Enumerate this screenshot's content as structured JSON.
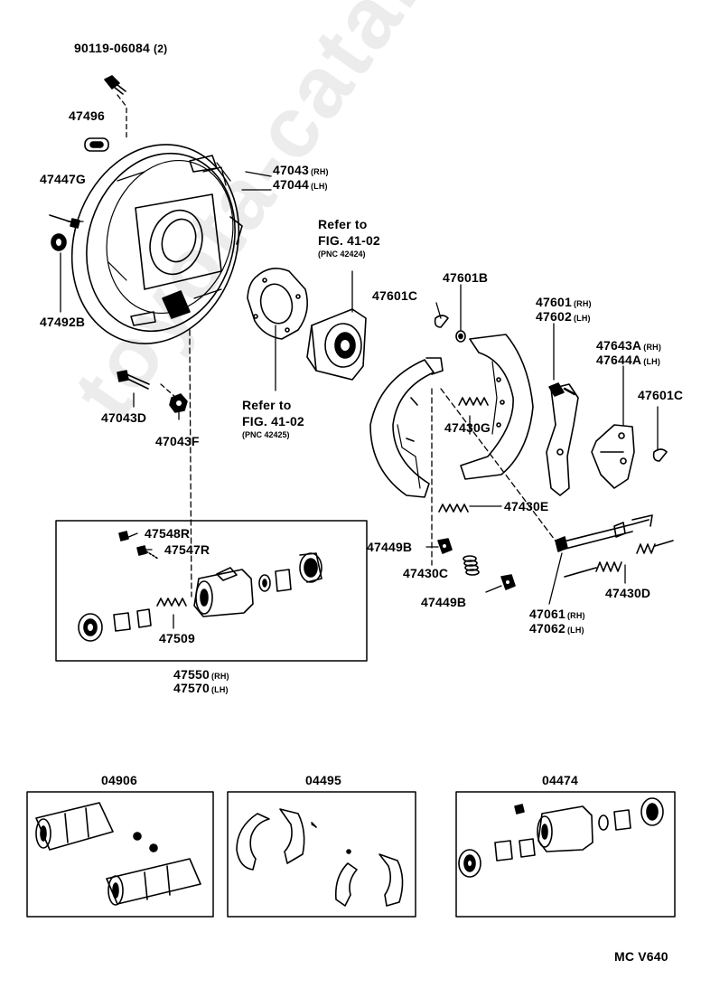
{
  "watermark": "toyota-catalog.ru",
  "parts": {
    "bolt": {
      "num": "90119-06084",
      "qty": "(2)"
    },
    "plug": {
      "num": "47496"
    },
    "bleeder": {
      "num": "47447G"
    },
    "cap": {
      "num": "47492B"
    },
    "plate_rh": {
      "num": "47043",
      "sfx": "(RH)"
    },
    "plate_lh": {
      "num": "47044",
      "sfx": "(LH)"
    },
    "bolt2": {
      "num": "47043D"
    },
    "nut": {
      "num": "47043F"
    },
    "ref_top": {
      "line1": "Refer to",
      "line2": "FIG. 41-02",
      "line3": "(PNC 42424)"
    },
    "ref_bottom": {
      "line1": "Refer to",
      "line2": "FIG. 41-02",
      "line3": "(PNC 42425)"
    },
    "clip_c": {
      "num": "47601C"
    },
    "washer_b": {
      "num": "47601B"
    },
    "lever_rh": {
      "num": "47601",
      "sfx": "(RH)"
    },
    "lever_lh": {
      "num": "47602",
      "sfx": "(LH)"
    },
    "adj_rh": {
      "num": "47643A",
      "sfx": "(RH)"
    },
    "adj_lh": {
      "num": "47644A",
      "sfx": "(LH)"
    },
    "clip_c2": {
      "num": "47601C"
    },
    "spring_g": {
      "num": "47430G"
    },
    "spring_e": {
      "num": "47430E"
    },
    "pin_b": {
      "num": "47449B"
    },
    "spring_c": {
      "num": "47430C"
    },
    "pin_b2": {
      "num": "47449B"
    },
    "strut_rh": {
      "num": "47061",
      "sfx": "(RH)"
    },
    "strut_lh": {
      "num": "47062",
      "sfx": "(LH)"
    },
    "spring_d": {
      "num": "47430D"
    },
    "plug_r": {
      "num": "47548R"
    },
    "bleeder_r": {
      "num": "47547R"
    },
    "spring_cyl": {
      "num": "47509"
    },
    "cyl_rh": {
      "num": "47550",
      "sfx": "(RH)"
    },
    "cyl_lh": {
      "num": "47570",
      "sfx": "(LH)"
    }
  },
  "kits": {
    "kit1": {
      "num": "04906"
    },
    "kit2": {
      "num": "04495"
    },
    "kit3": {
      "num": "04474"
    }
  },
  "footer": {
    "code": "MC  V640"
  }
}
